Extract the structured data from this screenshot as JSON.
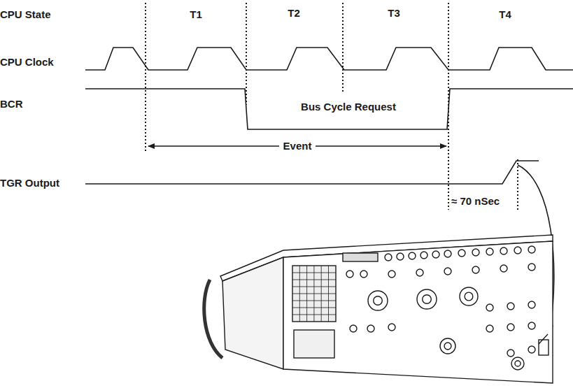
{
  "diagram": {
    "labels": [
      "CPU State",
      "T1",
      "T2",
      "T3",
      "T4",
      "CPU Clock",
      "BCR",
      "Bus Cycle Request",
      "Event",
      "TGR Output",
      "≈ 70 nSec"
    ]
  }
}
